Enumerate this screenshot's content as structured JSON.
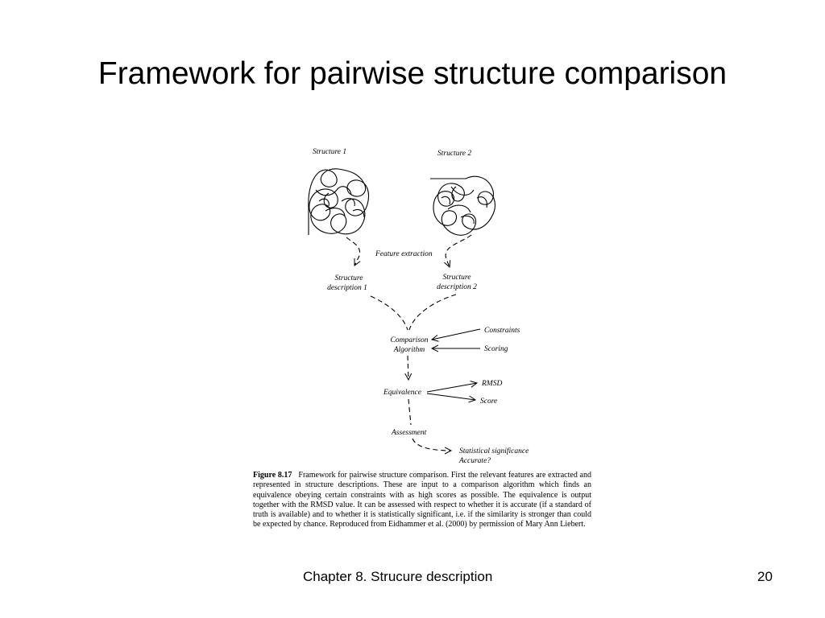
{
  "slide": {
    "title": "Framework for pairwise structure comparison"
  },
  "diagram": {
    "structure1_label": "Structure 1",
    "structure2_label": "Structure 2",
    "feature_extraction": "Feature extraction",
    "desc1": [
      "Structure",
      "description 1"
    ],
    "desc2": [
      "Structure",
      "description 2"
    ],
    "comparison": [
      "Comparison",
      "Algorithm"
    ],
    "constraints": "Constraints",
    "scoring": "Scoring",
    "equivalence": "Equivalence",
    "rmsd": "RMSD",
    "score": "Score",
    "assessment": "Assessment",
    "statistical_significance": "Statistical significance",
    "accurate": "Accurate?"
  },
  "caption": {
    "label": "Figure 8.17",
    "text": "Framework for pairwise structure comparison. First the relevant features are extracted and represented in structure descriptions. These are input to a comparison algorithm which finds an equivalence obeying certain constraints with as high scores as possible. The equivalence is output together with the RMSD value. It can be assessed with respect to whether it is accurate (if a standard of truth is available) and to whether it is statistically significant, i.e. if the similarity is stronger than could be expected by chance. Reproduced from Eidhammer et al. (2000) by permission of Mary Ann Liebert."
  },
  "footer": {
    "text": "Chapter 8. Strucure description",
    "page_number": "20"
  }
}
